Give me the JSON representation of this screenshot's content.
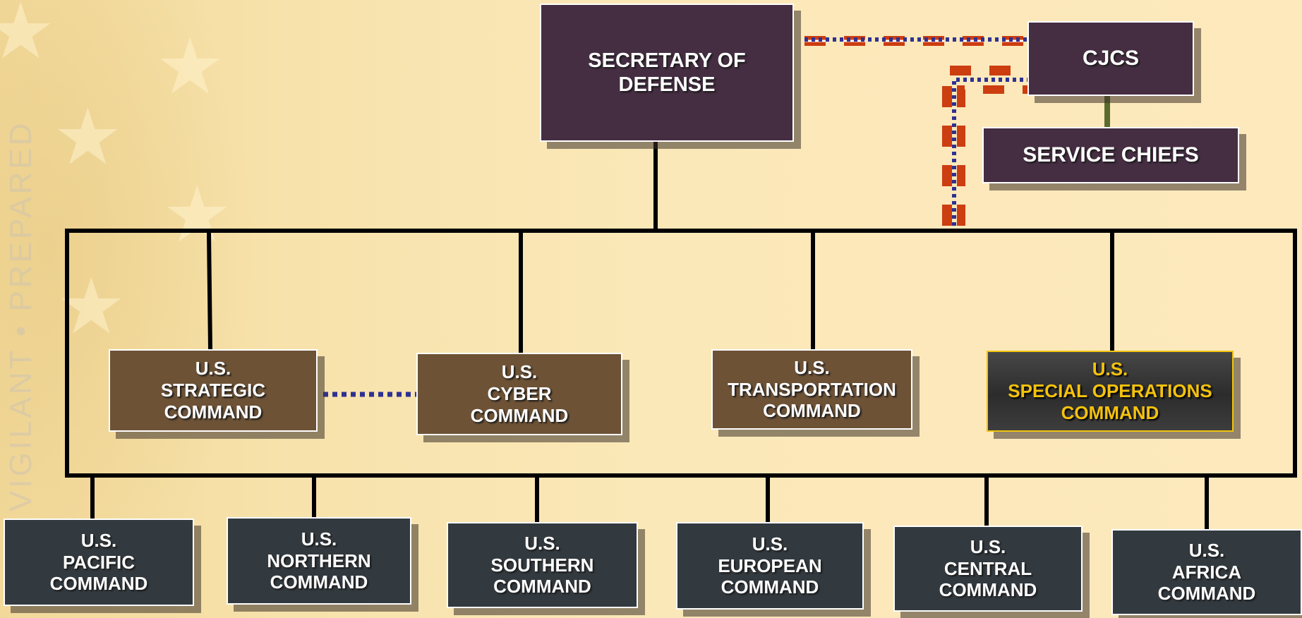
{
  "background": {
    "motto": "VIGILANT • PREPARED"
  },
  "top": {
    "secdef": "SECRETARY OF\nDEFENSE",
    "cjcs": "CJCS",
    "service_chiefs": "SERVICE CHIEFS"
  },
  "functional_commands": [
    {
      "label": "U.S.\nSTRATEGIC\nCOMMAND"
    },
    {
      "label": "U.S.\nCYBER\nCOMMAND"
    },
    {
      "label": "U.S.\nTRANSPORTATION\nCOMMAND"
    },
    {
      "label": "U.S.\nSPECIAL OPERATIONS\nCOMMAND"
    }
  ],
  "geographic_commands": [
    {
      "label": "U.S.\nPACIFIC\nCOMMAND"
    },
    {
      "label": "U.S.\nNORTHERN\nCOMMAND"
    },
    {
      "label": "U.S.\nSOUTHERN\nCOMMAND"
    },
    {
      "label": "U.S.\nEUROPEAN\nCOMMAND"
    },
    {
      "label": "U.S.\nCENTRAL\nCOMMAND"
    },
    {
      "label": "U.S.\nAFRICA\nCOMMAND"
    }
  ],
  "colors": {
    "purple": "#452d42",
    "brown": "#6d5236",
    "grey": "#333a3f",
    "gold": "#f4c20d",
    "dash_orange": "#cc3d10",
    "dot_blue": "#2e3192"
  }
}
